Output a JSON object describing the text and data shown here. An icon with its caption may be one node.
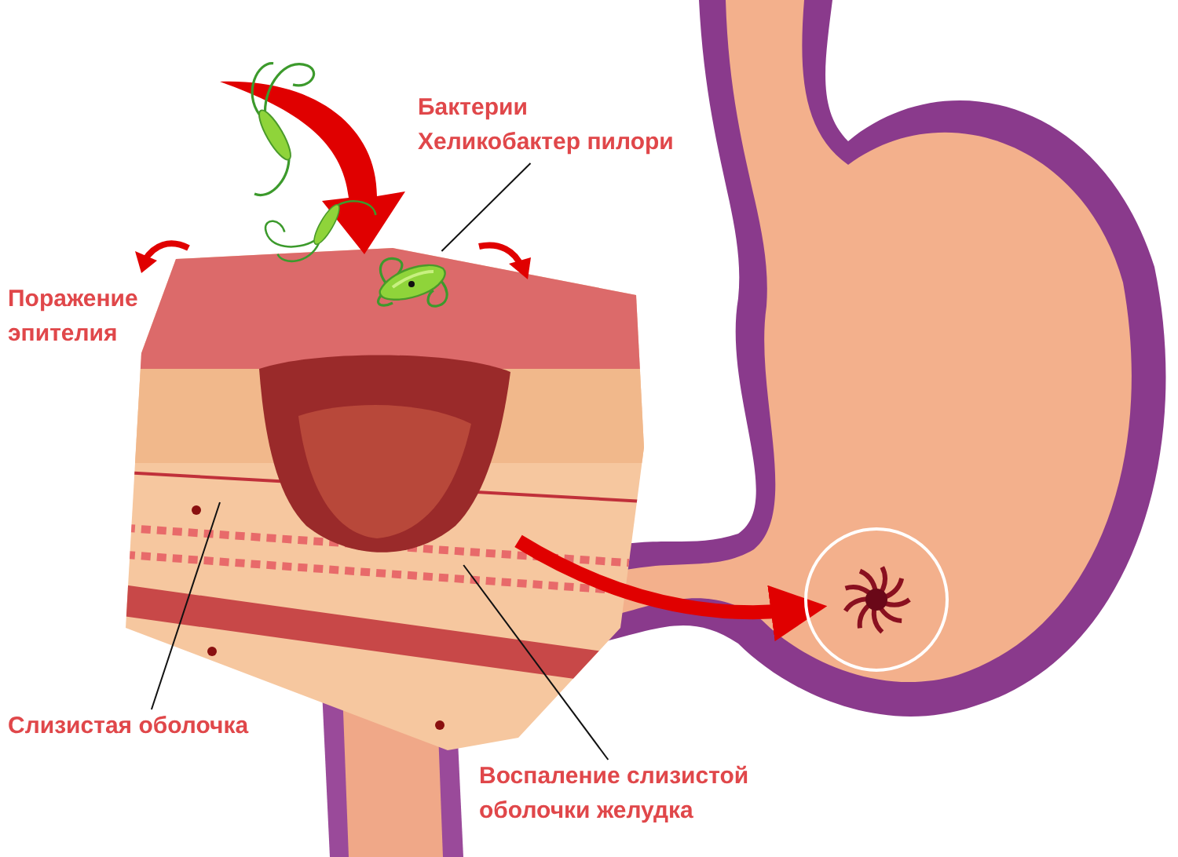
{
  "diagram": {
    "nodes": [
      {
        "text": [
          "Бактерии Хеликобактер пилори"
        ]
      },
      {
        "text": [],
        "shape": "picture"
      },
      {
        "text": [
          "Слизистая оболочка"
        ]
      },
      {
        "text": [
          "Воспаление слизистой оболочки желудка"
        ]
      },
      {
        "text": [],
        "shape": "picture"
      },
      {
        "text": [],
        "shape": "circle"
      }
    ],
    "edges": [
      {
        "from": 0,
        "to": 1,
        "arrow": "none"
      },
      {
        "from": 2,
        "to": null,
        "arrow": "none"
      },
      {
        "from": 3,
        "to": 4,
        "arrow": "none"
      },
      {
        "from": 4,
        "to": 5,
        "arrow": "to",
        "style": "thick",
        "color": "#e00000"
      }
    ],
    "labels": [
      "Поражение эпителия"
    ]
  }
}
